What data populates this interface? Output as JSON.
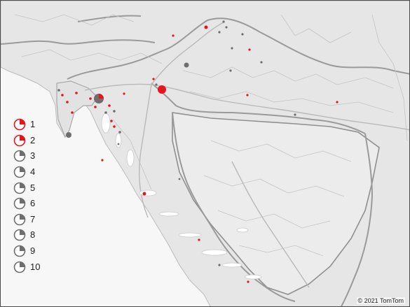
{
  "map": {
    "attribution": "© 2021 TomTom",
    "colors": {
      "sea": "#f7f7f7",
      "land": "#e6e6e6",
      "border": "#9a9a9a",
      "road": "#cfcfcf",
      "highlight": "#e8141c",
      "neutral": "#6e6e6e"
    }
  },
  "legend": {
    "items": [
      {
        "label": "1",
        "icon": "pie-icon-red"
      },
      {
        "label": "2",
        "icon": "pie-icon-red"
      },
      {
        "label": "3",
        "icon": "pie-icon-gray"
      },
      {
        "label": "4",
        "icon": "pie-icon-gray"
      },
      {
        "label": "5",
        "icon": "pie-icon-gray"
      },
      {
        "label": "6",
        "icon": "pie-icon-gray"
      },
      {
        "label": "7",
        "icon": "pie-icon-gray"
      },
      {
        "label": "8",
        "icon": "pie-icon-gray"
      },
      {
        "label": "9",
        "icon": "pie-icon-gray"
      },
      {
        "label": "10",
        "icon": "pie-icon-gray"
      }
    ]
  }
}
